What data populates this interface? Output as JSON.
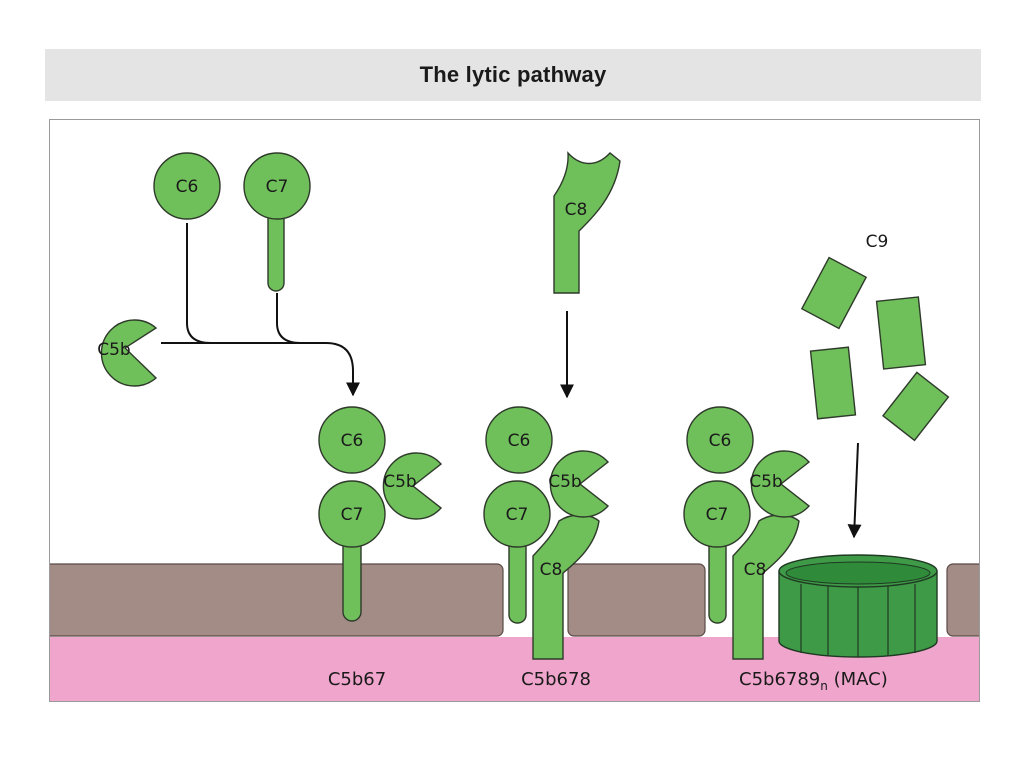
{
  "title": "The lytic pathway",
  "labels": {
    "c6": "C6",
    "c7": "C7",
    "c5b": "C5b",
    "c8": "C8",
    "c9": "C9"
  },
  "captions": {
    "complex1": "C5b67",
    "complex2": "C5b678",
    "complex3_main": "C5b6789",
    "complex3_sub": "n",
    "complex3_suffix": " (MAC)"
  },
  "colors": {
    "component_green": "#6fbf5a",
    "mac_green": "#3f9a48",
    "membrane_brown": "#a38b86",
    "cytoplasm_pink": "#f0a6cc"
  }
}
